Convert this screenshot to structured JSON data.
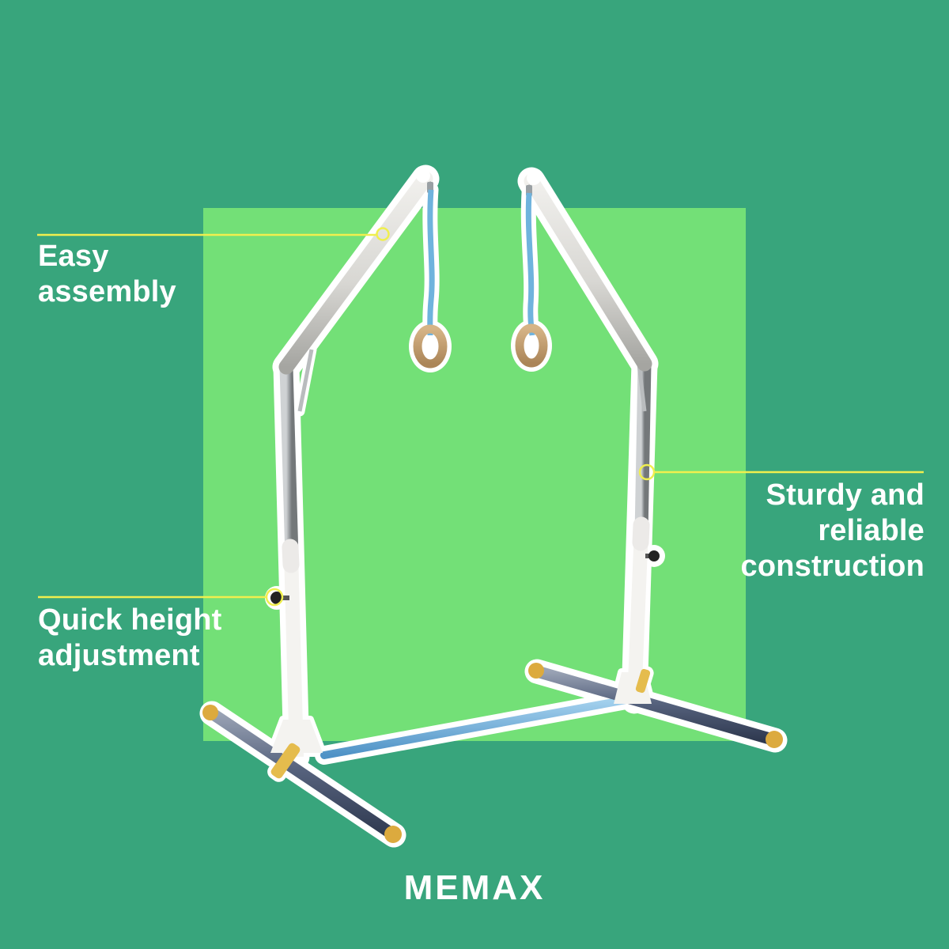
{
  "colors": {
    "background": "#38a57c",
    "panel": "#73e077",
    "accent": "#f0ef4e",
    "text": "#ffffff",
    "frame_white": "#f4f3f0",
    "foot_bar_dark": "#3c4860",
    "cap_yellow": "#dcaa3e",
    "clamp_yellow": "#e5bc4d",
    "cross_bar_blue": "#68aedb",
    "strap_blue": "#6fb3dd",
    "ring_wood": "#c9a474",
    "metal_gray": "#b9bcbe",
    "knob_black": "#222222"
  },
  "callouts": {
    "easy_assembly": {
      "lines": [
        "Easy",
        "assembly"
      ]
    },
    "quick_height": {
      "lines": [
        "Quick height",
        "adjustment"
      ]
    },
    "sturdy_reliable": {
      "lines": [
        "Sturdy and",
        "reliable",
        "construction"
      ]
    }
  },
  "brand": {
    "logo": "MEMAX"
  }
}
